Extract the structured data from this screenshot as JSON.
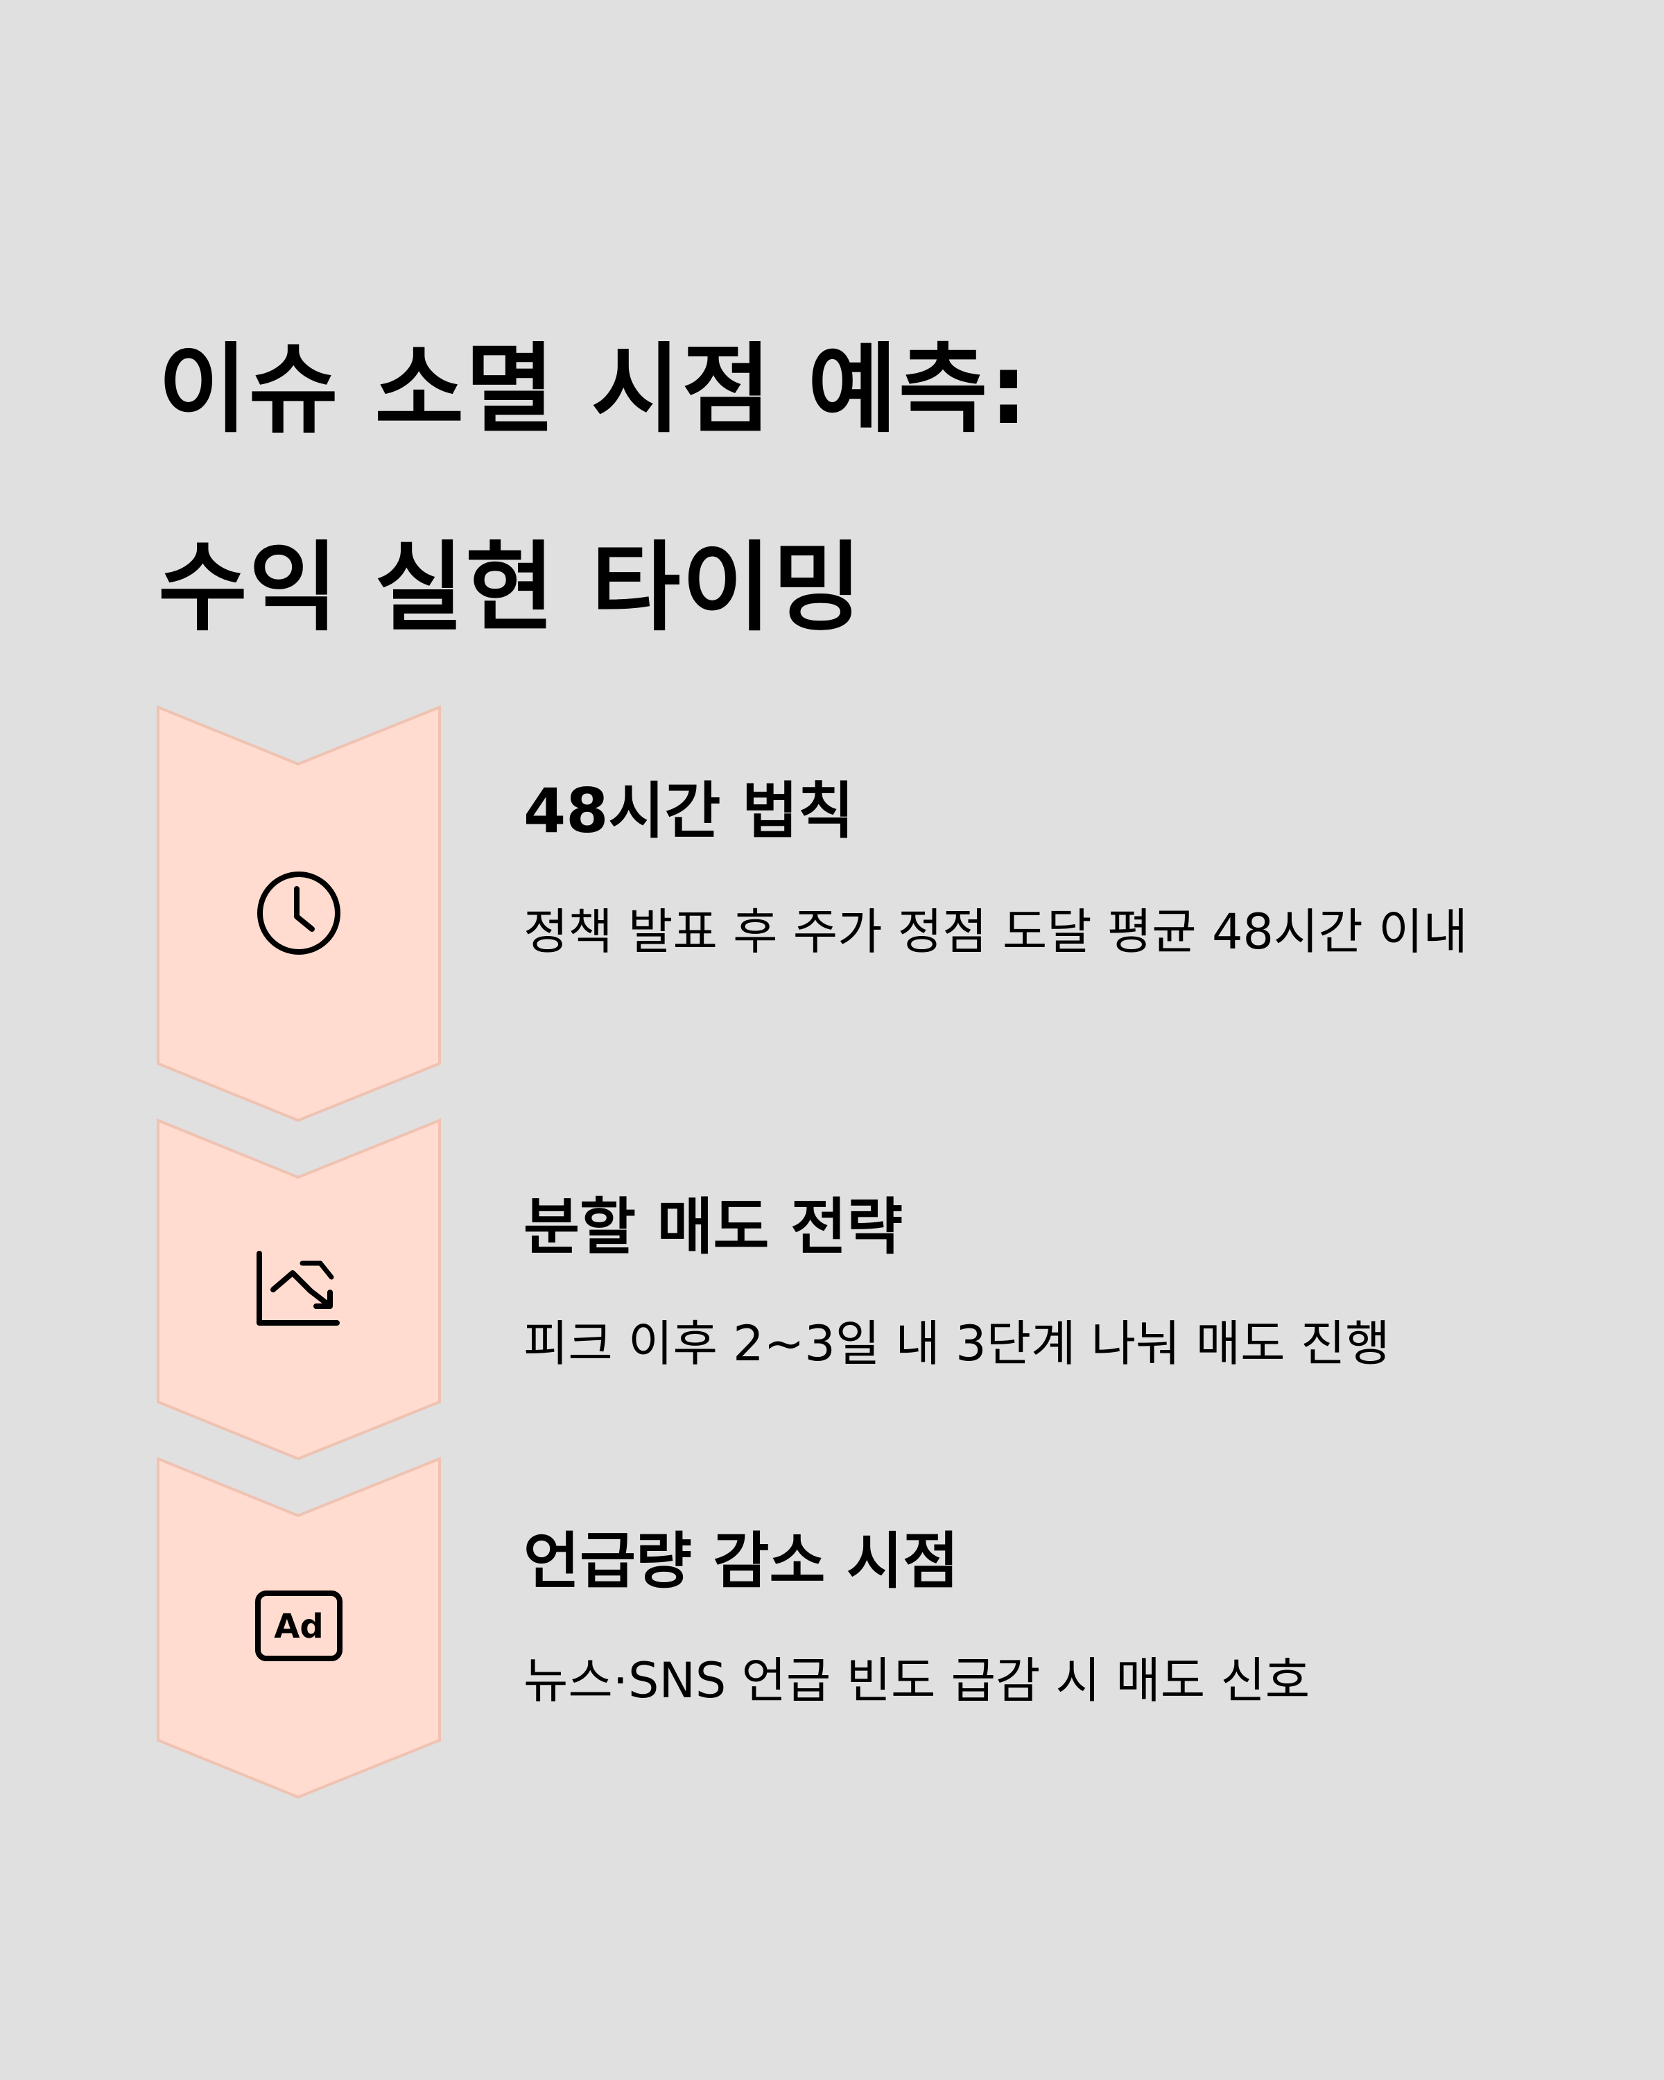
{
  "title": {
    "line1": "이슈 소멸 시점 예측:",
    "line2": "수익 실현 타이밍"
  },
  "colors": {
    "background": "#e0e0e0",
    "chevron_fill": "#ffdccf",
    "chevron_stroke": "#f0c2b2",
    "text": "#000000"
  },
  "steps": [
    {
      "icon": "clock-icon",
      "heading": "48시간 법칙",
      "description": "정책 발표 후 주가 정점 도달 평균 48시간 이내"
    },
    {
      "icon": "chart-trend-down-icon",
      "heading": "분할 매도 전략",
      "description": "피크 이후 2~3일 내 3단계 나눠 매도 진행"
    },
    {
      "icon": "ad-badge-icon",
      "heading": "언급량 감소 시점",
      "description": "뉴스·SNS 언급 빈도 급감 시 매도 신호",
      "icon_label": "Ad"
    }
  ]
}
